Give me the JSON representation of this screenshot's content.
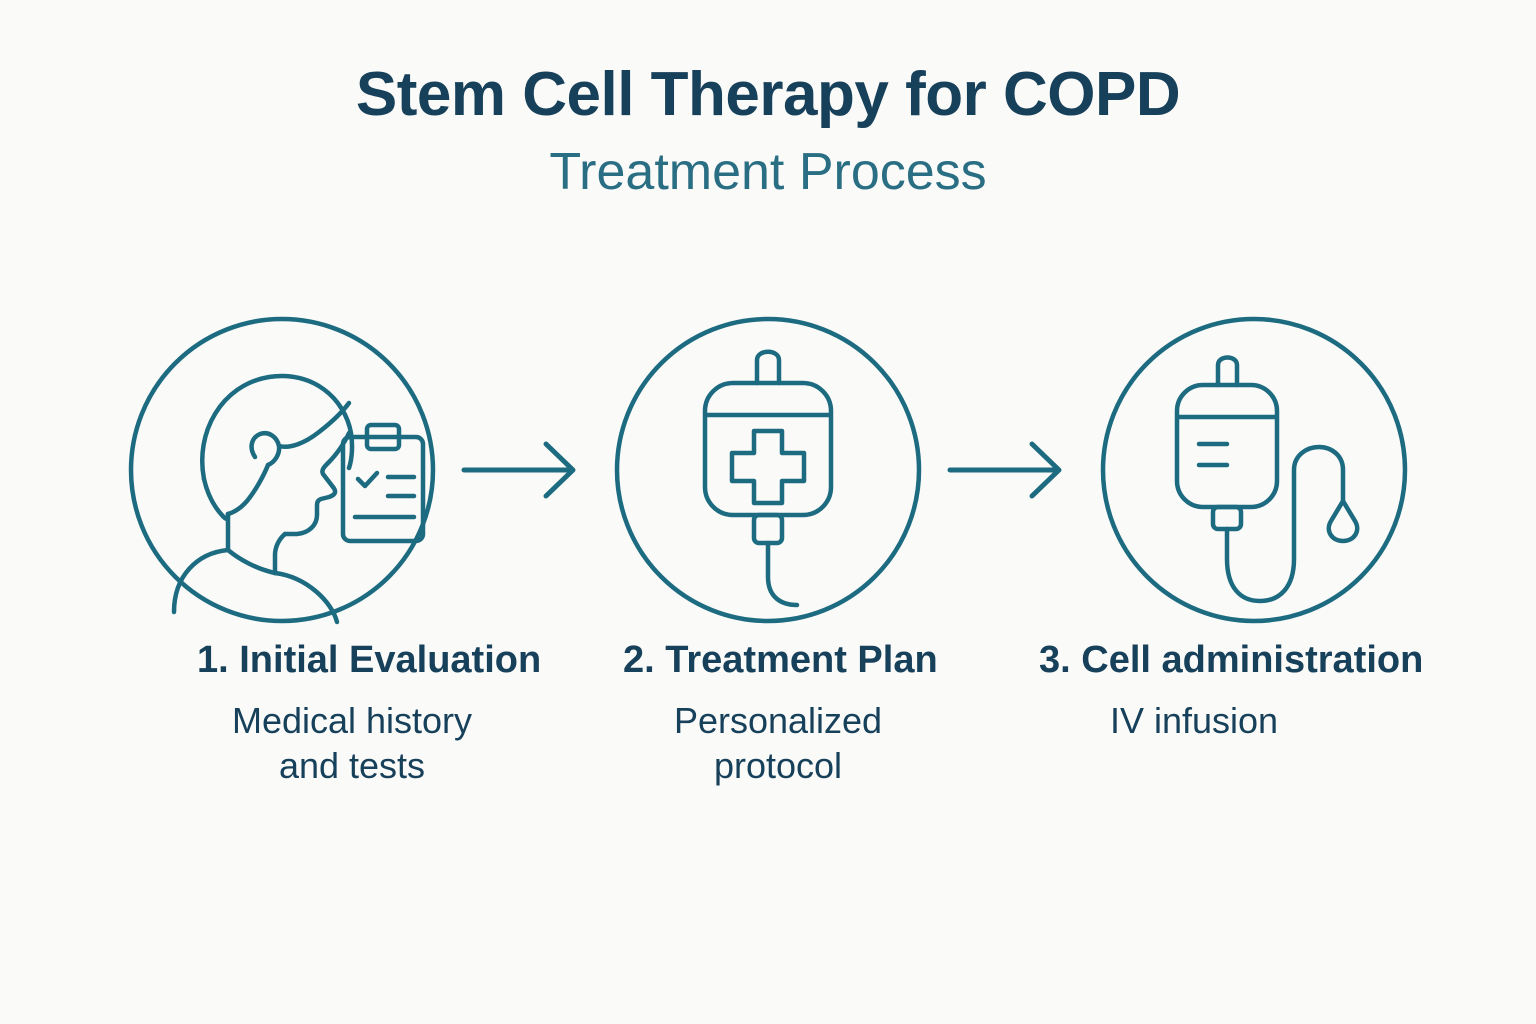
{
  "header": {
    "title": "Stem Cell Therapy for COPD",
    "subtitle": "Treatment Process"
  },
  "colors": {
    "background": "#fafaf8",
    "title": "#17405a",
    "subtitle": "#2a6e84",
    "stroke": "#1d6b80",
    "caption": "#17405a"
  },
  "steps": [
    {
      "icon": "patient-profile-clipboard-icon",
      "title": "1. Initial Evaluation",
      "desc_line1": "Medical history",
      "desc_line2": "and tests"
    },
    {
      "icon": "iv-bag-medical-cross-icon",
      "title": "2. Treatment Plan",
      "desc_line1": "Personalized",
      "desc_line2": "protocol"
    },
    {
      "icon": "iv-bag-drip-tube-icon",
      "title": "3. Cell administration",
      "desc_line1": "IV infusion",
      "desc_line2": ""
    }
  ],
  "connectors": [
    {
      "icon": "arrow-right-icon"
    },
    {
      "icon": "arrow-right-icon"
    }
  ]
}
